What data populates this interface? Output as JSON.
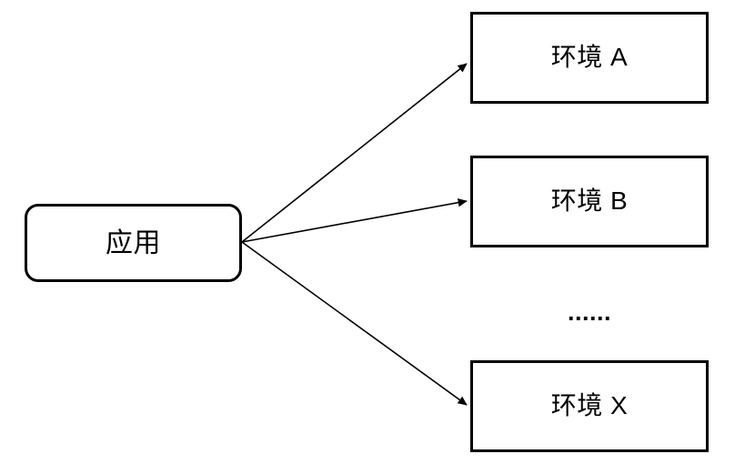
{
  "diagram": {
    "type": "flow-diagram",
    "background_color": "#ffffff",
    "stroke_color": "#000000",
    "text_color": "#000000",
    "source_node": {
      "id": "application",
      "label": "应用",
      "shape": "rounded-rectangle"
    },
    "target_nodes": [
      {
        "id": "env-a",
        "label": "环境 A",
        "shape": "rectangle"
      },
      {
        "id": "env-b",
        "label": "环境 B",
        "shape": "rectangle"
      },
      {
        "id": "env-x",
        "label": "环境 X",
        "shape": "rectangle"
      }
    ],
    "ellipsis": {
      "id": "more-environments",
      "label": "......"
    },
    "connectors": [
      {
        "id": "application-to-env-a",
        "from": "application",
        "to": "env-a",
        "arrowhead": "filled-triangle",
        "direction": "up-right"
      },
      {
        "id": "application-to-env-b",
        "from": "application",
        "to": "env-b",
        "arrowhead": "filled-triangle",
        "direction": "right"
      },
      {
        "id": "application-to-env-x",
        "from": "application",
        "to": "env-x",
        "arrowhead": "filled-triangle",
        "direction": "down-right"
      }
    ]
  }
}
